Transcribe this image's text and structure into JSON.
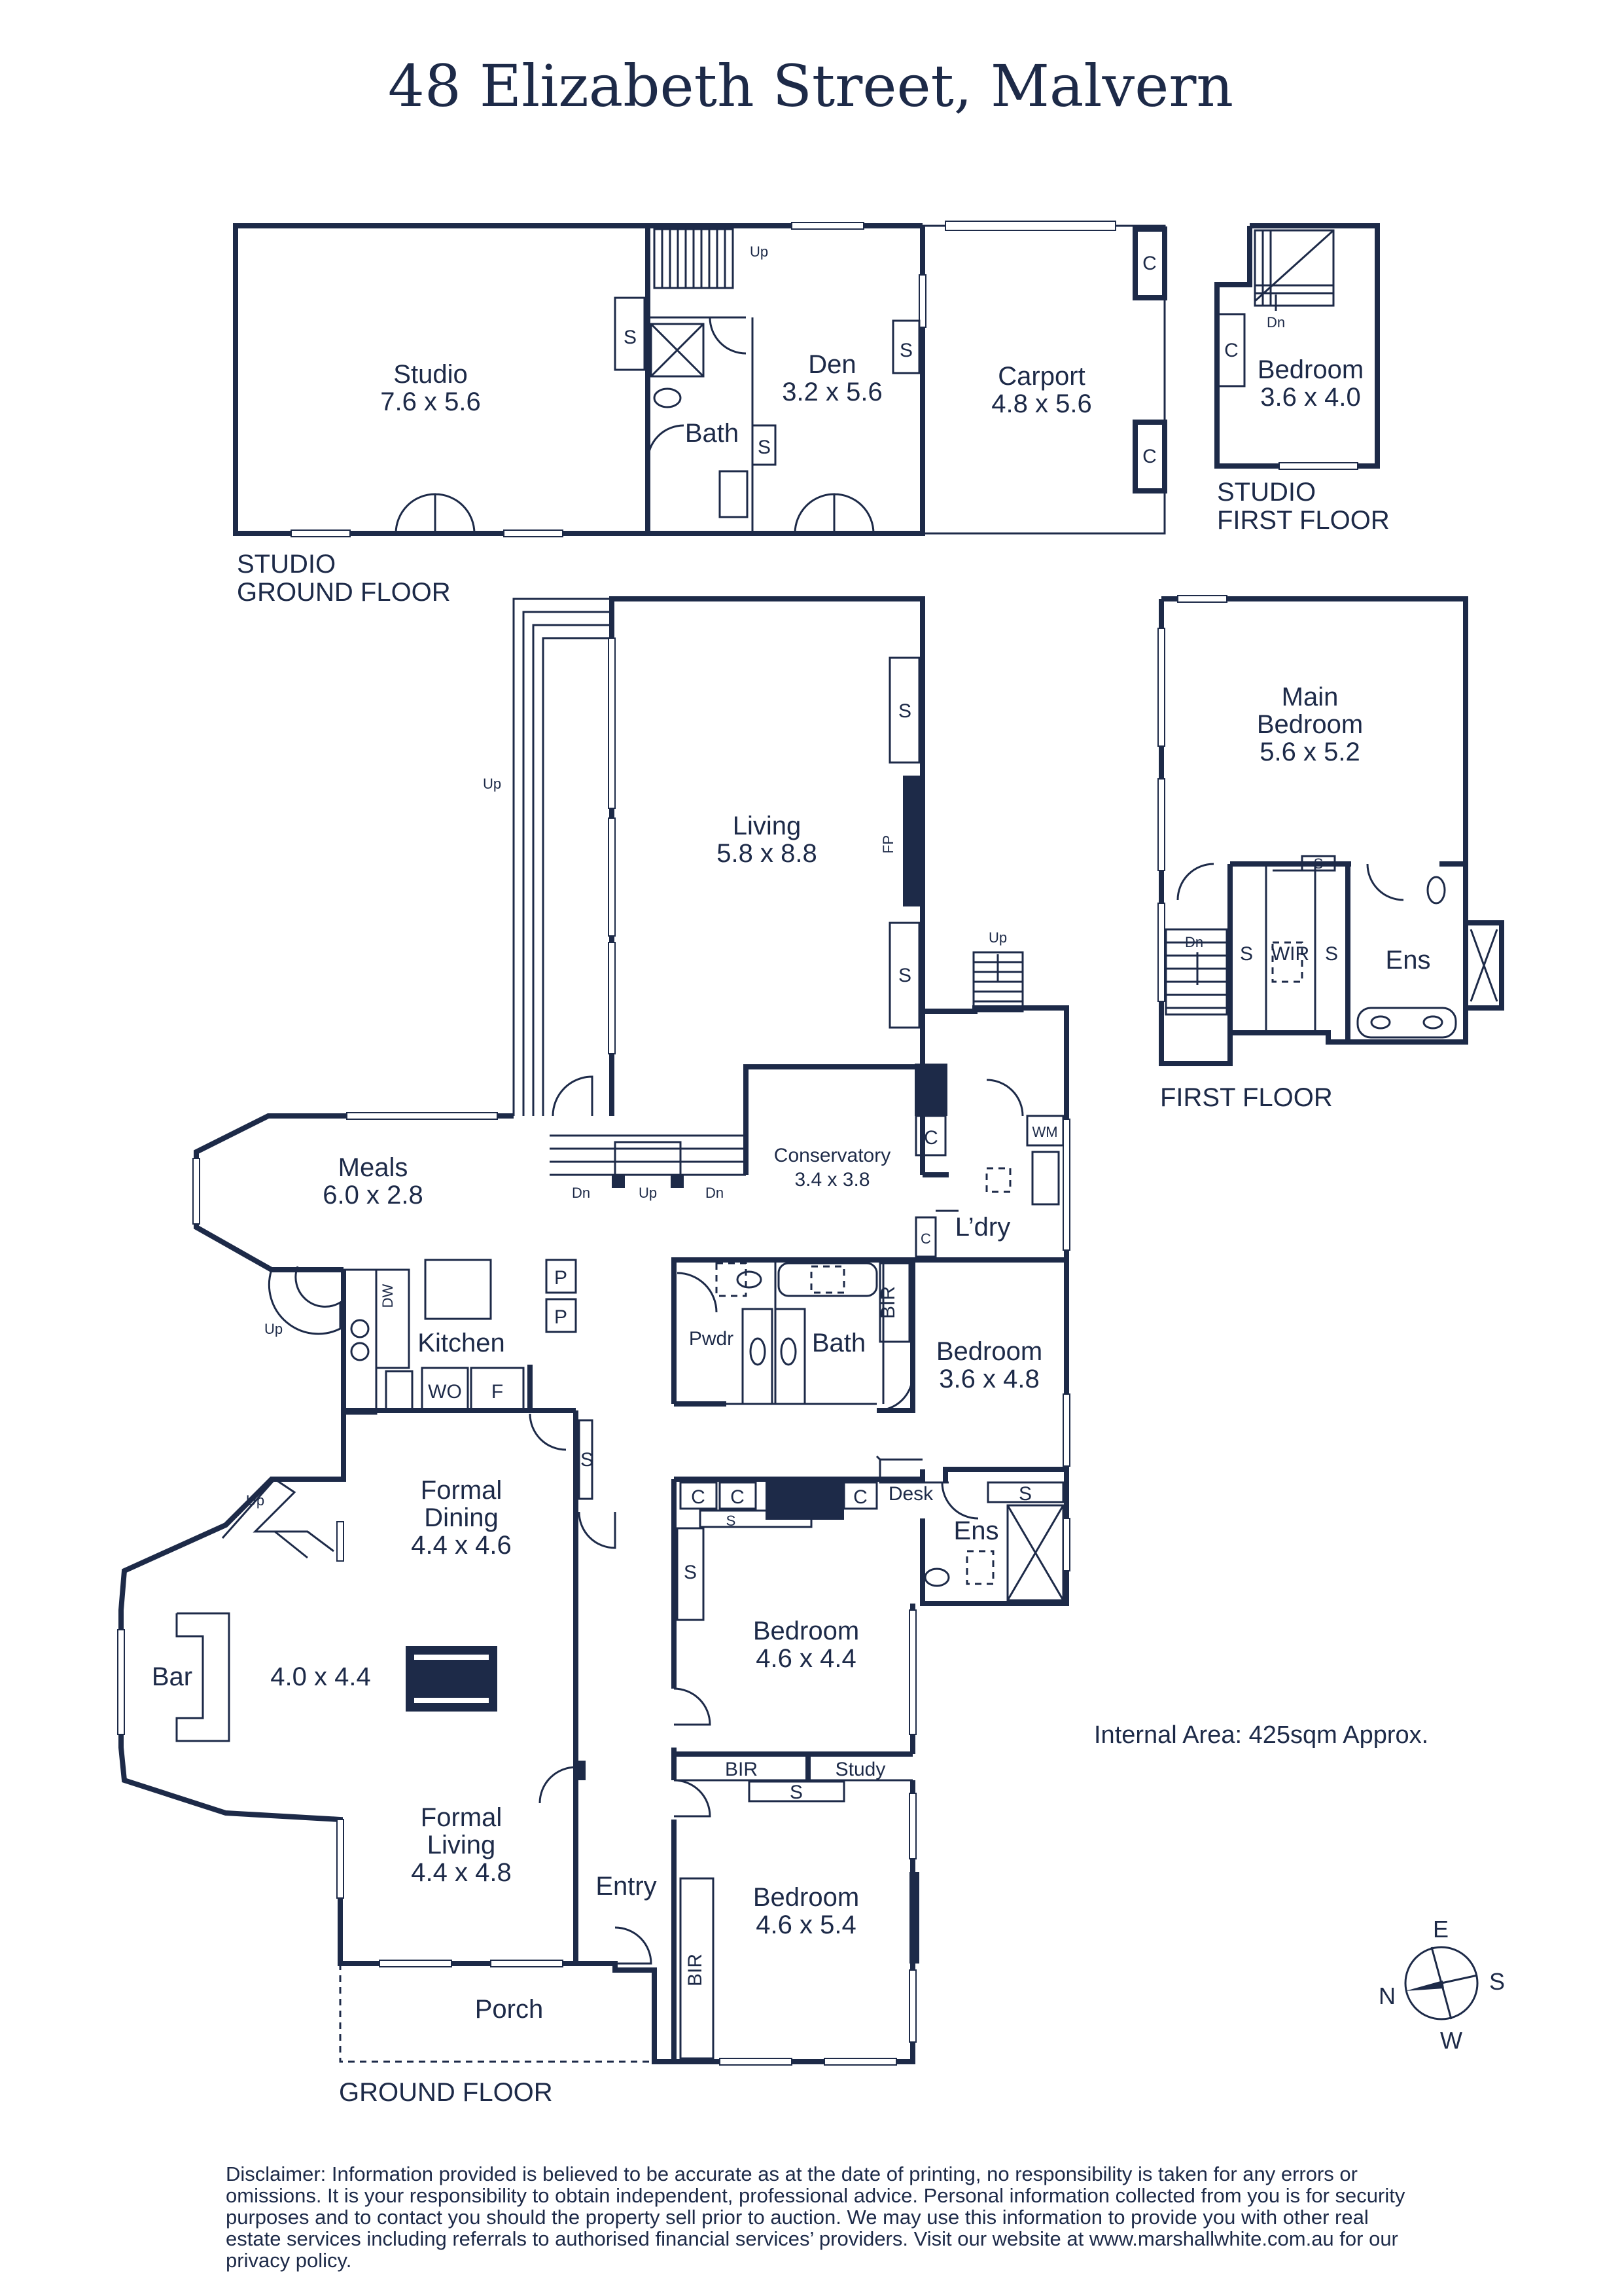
{
  "title": "48 Elizabeth Street, Malvern",
  "colors": {
    "ink": "#1d2a48",
    "background": "#ffffff"
  },
  "floors": {
    "studio_ground": "STUDIO\nGROUND FLOOR",
    "studio_first": "STUDIO\nFIRST FLOOR",
    "first": "FIRST FLOOR",
    "ground": "GROUND FLOOR"
  },
  "rooms": {
    "studio": {
      "name": "Studio",
      "size": "7.6 x 5.6"
    },
    "den": {
      "name": "Den",
      "size": "3.2 x 5.6"
    },
    "studio_bath": {
      "name": "Bath"
    },
    "carport": {
      "name": "Carport",
      "size": "4.8 x 5.6"
    },
    "studio_bedroom": {
      "name": "Bedroom",
      "size": "3.6 x 4.0"
    },
    "living": {
      "name": "Living",
      "size": "5.8 x 8.8"
    },
    "main_bedroom": {
      "name": "Main\nBedroom",
      "size": "5.6 x 5.2"
    },
    "wir": {
      "name": "WIR"
    },
    "first_ens": {
      "name": "Ens"
    },
    "meals": {
      "name": "Meals",
      "size": "6.0 x 2.8"
    },
    "conservatory": {
      "name": "Conservatory",
      "size": "3.4 x 3.8"
    },
    "laundry": {
      "name": "L’dry"
    },
    "kitchen": {
      "name": "Kitchen"
    },
    "pwdr": {
      "name": "Pwdr"
    },
    "bath": {
      "name": "Bath"
    },
    "bedroom_a": {
      "name": "Bedroom",
      "size": "3.6 x 4.8"
    },
    "formal_dining": {
      "name": "Formal\nDining",
      "size": "4.4 x 4.6"
    },
    "ens": {
      "name": "Ens"
    },
    "desk": {
      "name": "Desk"
    },
    "bedroom_b": {
      "name": "Bedroom",
      "size": "4.6 x 4.4"
    },
    "bar": {
      "name": "Bar",
      "size": "4.0 x 4.4"
    },
    "study": {
      "name": "Study"
    },
    "formal_living": {
      "name": "Formal\nLiving",
      "size": "4.4 x 4.8"
    },
    "entry": {
      "name": "Entry"
    },
    "bedroom_c": {
      "name": "Bedroom",
      "size": "4.6 x 5.4"
    },
    "porch": {
      "name": "Porch"
    }
  },
  "fixture_labels": {
    "storage": "S",
    "cupboard": "C",
    "pantry": "P",
    "bir": "BIR",
    "dishwasher": "DW",
    "wall_oven": "WO",
    "fridge": "F",
    "washing_machine": "WM",
    "fireplace": "FP",
    "up": "Up",
    "down": "Dn"
  },
  "internal_area": "Internal Area: 425sqm Approx.",
  "compass": {
    "north": "N",
    "east": "E",
    "south": "S",
    "west": "W"
  },
  "disclaimer": "Disclaimer: Information provided is believed to be accurate as at the date of printing, no responsibility is taken for any errors or omissions. It is your responsibility to obtain independent, professional advice. Personal information collected from you is for security purposes and to contact you should the property sell prior to auction. We may use this information to provide you with other real estate services including referrals to authorised financial services’ providers. Visit our website at www.marshallwhite.com.au for our privacy policy."
}
